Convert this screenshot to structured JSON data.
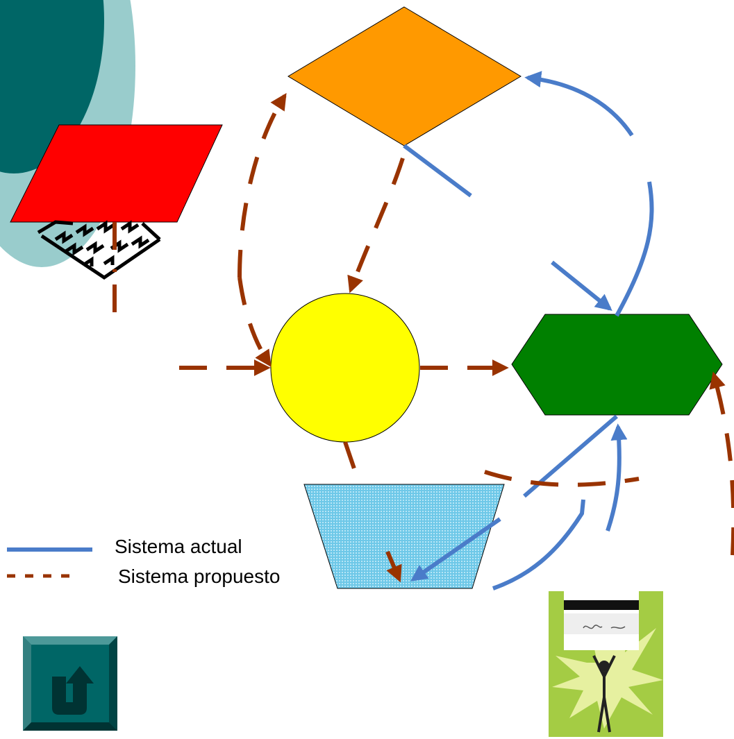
{
  "legend": {
    "current_system": "Sistema actual",
    "proposed_system": "Sistema propuesto"
  },
  "colors": {
    "current_line": "#4a7cc9",
    "proposed_line": "#993300",
    "diamond": "#ff9900",
    "circle": "#ffff00",
    "hexagon": "#008000",
    "parallelogram": "#ff0000",
    "trapezoid": "#6ec8e8",
    "bg_dark_teal": "#006666",
    "bg_light_teal": "#99cccc",
    "return_button": "#006666",
    "clipart_green": "#a4cc44"
  },
  "icons": {
    "return_button": "return-arrow-icon",
    "clipart": "person-holding-document-clipart",
    "zigzag": "zigzag-pattern-diamond"
  }
}
